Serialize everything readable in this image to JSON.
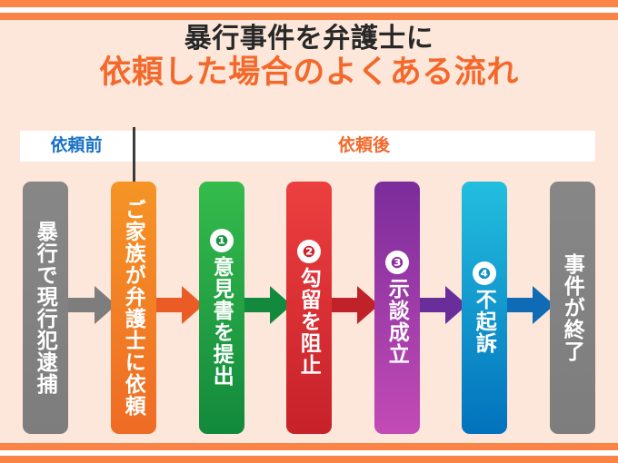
{
  "title": {
    "line1": "暴行事件を弁護士に",
    "line2": "依頼した場合のよくある流れ"
  },
  "phases": {
    "before": "依頼前",
    "after": "依頼後"
  },
  "colors": {
    "background": "#fce7da",
    "rule": "#fa8348",
    "title_dark": "#282828",
    "title_accent": "#f4692b",
    "phase_before": "#1a72c4",
    "phase_after": "#f4692b",
    "divider": "#3b3b3b"
  },
  "steps": [
    {
      "label": "暴行で現行犯逮捕",
      "badge": "",
      "color": "#7d7d7d",
      "phase": "before"
    },
    {
      "label": "ご家族が弁護士に依頼",
      "badge": "",
      "color": "#ef6b25",
      "phase": "before"
    },
    {
      "label": "意見書を提出",
      "badge": "❶",
      "color": "#12893c",
      "phase": "after"
    },
    {
      "label": "勾留を阻止",
      "badge": "❷",
      "color": "#c7212a",
      "phase": "after"
    },
    {
      "label": "示談成立",
      "badge": "❸",
      "color": "#8b2f9d",
      "phase": "after"
    },
    {
      "label": "不起訴",
      "badge": "❹",
      "color": "#0272bd",
      "phase": "after"
    },
    {
      "label": "事件が終了",
      "badge": "",
      "color": "#7d7d7d",
      "phase": "after"
    }
  ],
  "arrows": [
    {
      "color": "#7d7d7d",
      "name": "arrow-1"
    },
    {
      "color": "#ea5b26",
      "name": "arrow-2"
    },
    {
      "color": "#12893c",
      "name": "arrow-3"
    },
    {
      "color": "#c0222a",
      "name": "arrow-4"
    },
    {
      "color": "#6a2e9b",
      "name": "arrow-5"
    },
    {
      "color": "#0f6bb5",
      "name": "arrow-6"
    }
  ]
}
